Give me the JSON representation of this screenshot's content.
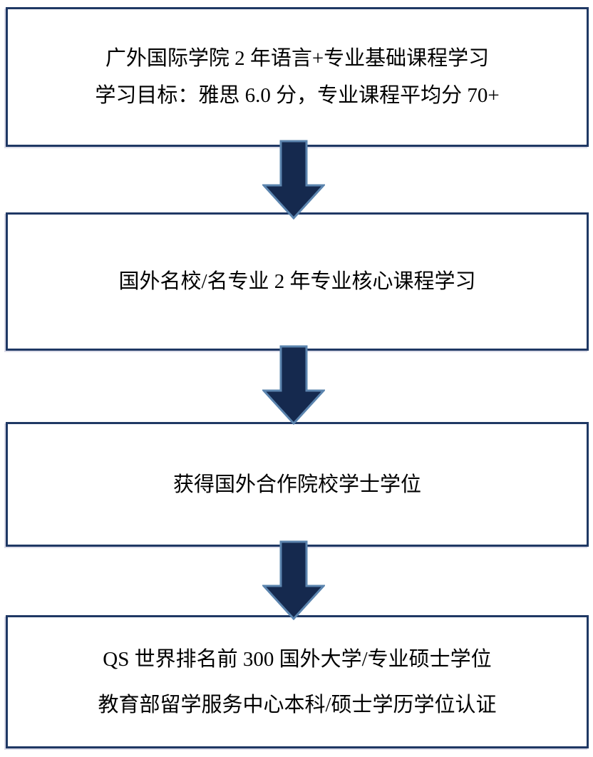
{
  "flowchart": {
    "title": "study-pathway-flowchart",
    "boxes": [
      {
        "lines": {
          "0": "广外国际学院 2 年语言+专业基础课程学习",
          "1": "学习目标：雅思 6.0 分，专业课程平均分 70+"
        }
      },
      {
        "lines": {
          "0": "国外名校/名专业 2 年专业核心课程学习"
        }
      },
      {
        "lines": {
          "0": "获得国外合作院校学士学位"
        }
      },
      {
        "lines": {
          "0": "QS 世界排名前 300 国外大学/专业硕士学位",
          "1": "教育部留学服务中心本科/硕士学历学位认证"
        }
      }
    ],
    "colors": {
      "box_border": "#1f3864",
      "box_background": "#ffffff",
      "text": "#000000",
      "arrow_fill": "#15294e",
      "arrow_stroke": "#5b84ae",
      "page_background": "#ffffff"
    }
  }
}
